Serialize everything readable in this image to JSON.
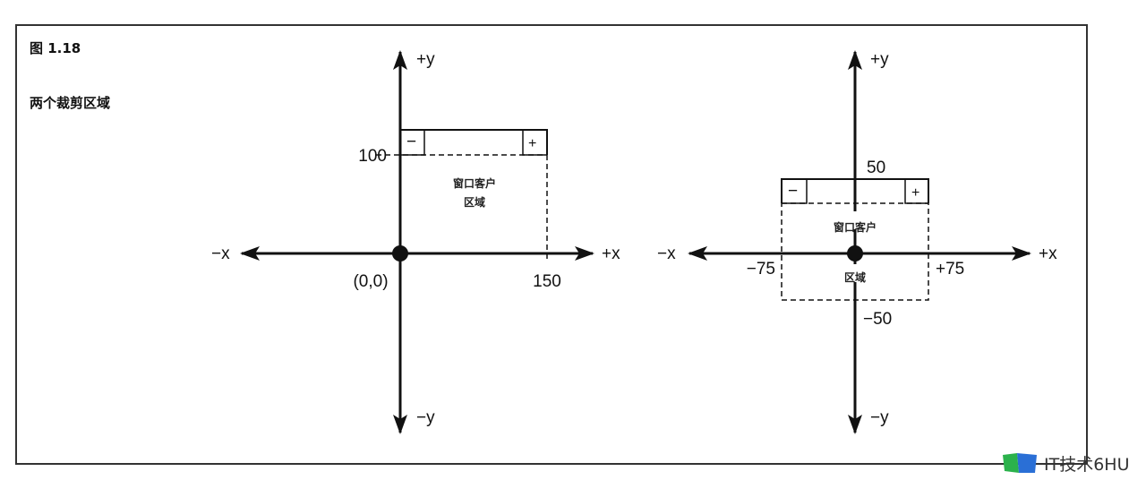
{
  "figure": {
    "number": "图 1.18",
    "caption": "两个裁剪区域"
  },
  "left_diagram": {
    "plus_y": "+y",
    "minus_y": "−y",
    "plus_x": "+x",
    "minus_x": "−x",
    "y_tick": "100",
    "origin": "(0,0)",
    "x_tick": "150",
    "minimize": "−",
    "maximize": "+",
    "client_line1": "窗口客户",
    "client_line2": "区域"
  },
  "right_diagram": {
    "plus_y": "+y",
    "minus_y": "−y",
    "plus_x": "+x",
    "minus_x": "−x",
    "top_tick": "50",
    "bottom_tick": "−50",
    "left_tick": "−75",
    "right_tick": "+75",
    "minimize": "−",
    "maximize": "+",
    "client_line1": "窗口客户",
    "client_line2": "区域"
  },
  "watermark": "IT技术6HU"
}
